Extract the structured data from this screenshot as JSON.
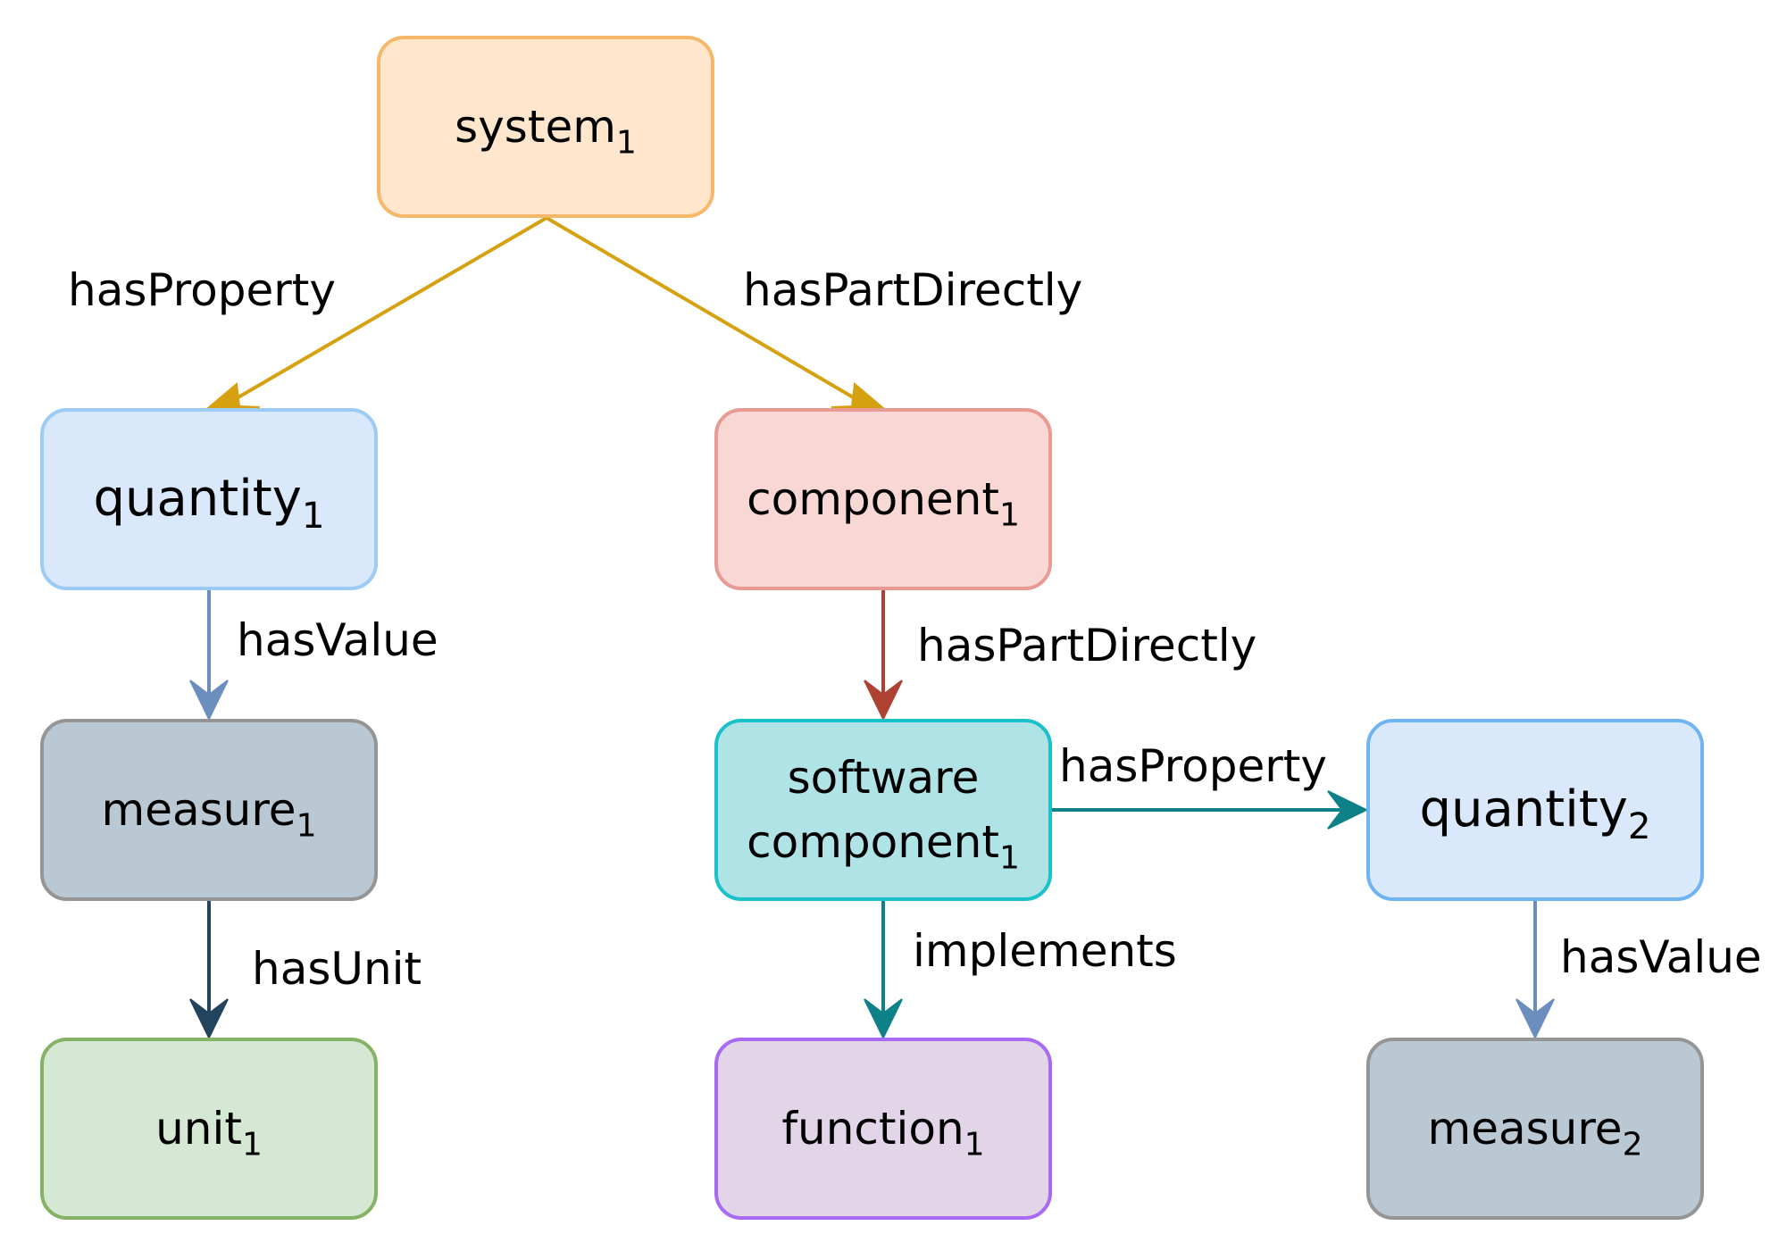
{
  "nodes": {
    "system1": {
      "label": "system",
      "sub": "1",
      "fill": "#ffe6cc",
      "stroke": "#f5b86a"
    },
    "quantity1": {
      "label": "quantity",
      "sub": "1",
      "fill": "#dae8fc",
      "stroke": "#9ccbf5"
    },
    "component1": {
      "label": "component",
      "sub": "1",
      "fill": "#f8d7d4",
      "stroke": "#e99a94"
    },
    "measure1": {
      "label": "measure",
      "sub": "1",
      "fill": "#bac8d3",
      "stroke": "#959595"
    },
    "software1": {
      "label_line1": "software",
      "label": "component",
      "sub": "1",
      "fill": "#b0e3e6",
      "stroke": "#1ac1c9"
    },
    "quantity2": {
      "label": "quantity",
      "sub": "2",
      "fill": "#dae8fc",
      "stroke": "#6fb4f2"
    },
    "unit1": {
      "label": "unit",
      "sub": "1",
      "fill": "#d5e8d4",
      "stroke": "#84b366"
    },
    "function1": {
      "label": "function",
      "sub": "1",
      "fill": "#e1d5e7",
      "stroke": "#a86af3"
    },
    "measure2": {
      "label": "measure",
      "sub": "2",
      "fill": "#bac8d3",
      "stroke": "#959595"
    }
  },
  "edges": {
    "e1": {
      "from": "system1",
      "to": "quantity1",
      "label": "hasProperty",
      "color": "#d6a111"
    },
    "e2": {
      "from": "system1",
      "to": "component1",
      "label": "hasPartDirectly",
      "color": "#d6a111"
    },
    "e3": {
      "from": "quantity1",
      "to": "measure1",
      "label": "hasValue",
      "color": "#6c8ebf"
    },
    "e4": {
      "from": "component1",
      "to": "software1",
      "label": "hasPartDirectly",
      "color": "#ae4132"
    },
    "e5": {
      "from": "measure1",
      "to": "unit1",
      "label": "hasUnit",
      "color": "#23445d"
    },
    "e6": {
      "from": "software1",
      "to": "quantity2",
      "label": "hasProperty",
      "color": "#0e8088"
    },
    "e7": {
      "from": "software1",
      "to": "function1",
      "label": "implements",
      "color": "#0e8088"
    },
    "e8": {
      "from": "quantity2",
      "to": "measure2",
      "label": "hasValue",
      "color": "#6c8ebf"
    }
  }
}
